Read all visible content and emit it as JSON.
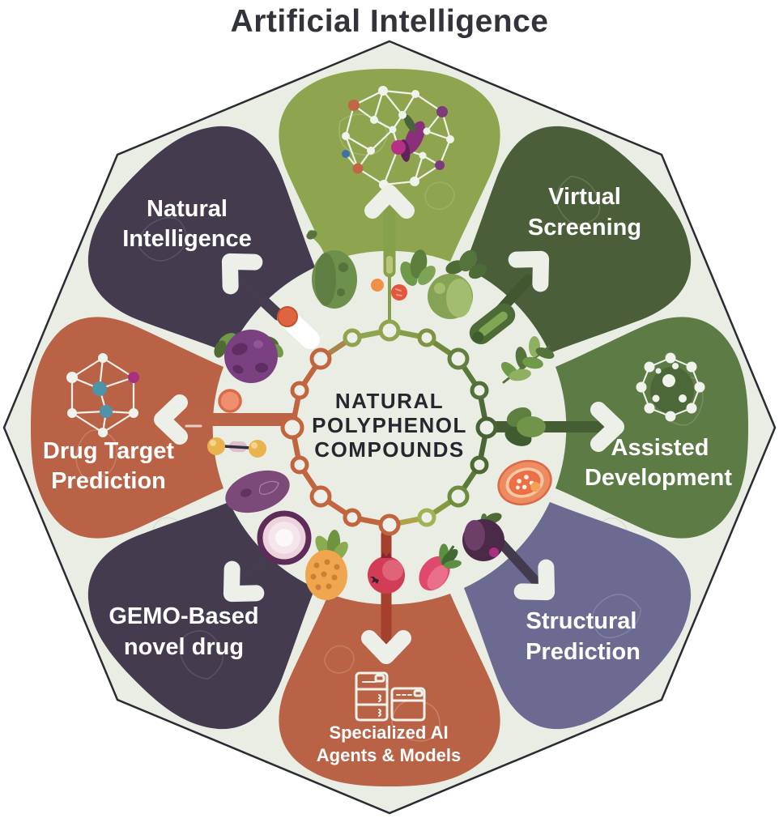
{
  "title": "Artificial Intelligence",
  "center": {
    "line1": "NATURAL",
    "line2": "POLYPHENOL",
    "line3": "COMPOUNDS"
  },
  "colors": {
    "background": "#ffffff",
    "octagon_fill": "#e9ede4",
    "octagon_stroke": "#2b2b33",
    "title_text": "#33333b",
    "center_text": "#26262e",
    "arrow": "#edf0e9",
    "ring_node_fill": "#edf0e9"
  },
  "petals": [
    {
      "id": "ai-network-hub",
      "label_line1": "",
      "label_line2": "",
      "color": "#8fa44e",
      "stem_color": "#87a04a",
      "icon": "network-graph"
    },
    {
      "id": "virtual-screening",
      "label_line1": "Virtual",
      "label_line2": "Screening",
      "color": "#4a5f39",
      "stem_color": "#42572f",
      "icon": ""
    },
    {
      "id": "assisted-development",
      "label_line1": "Assisted",
      "label_line2": "Development",
      "color": "#5d7b45",
      "stem_color": "#455d33",
      "icon": "molecule"
    },
    {
      "id": "structural-prediction",
      "label_line1": "Structural",
      "label_line2": "Prediction",
      "color": "#6b6b91",
      "stem_color": "#433a4e",
      "icon": ""
    },
    {
      "id": "specialized-ai-agents",
      "label_line1": "Specialized AI",
      "label_line2": "Agents & Models",
      "color": "#ba6245",
      "stem_color": "#a6402e",
      "icon": "server-stack"
    },
    {
      "id": "gemo-based-novel-drug",
      "label_line1": "GEMO-Based",
      "label_line2": "novel drug",
      "color": "#443b4f",
      "stem_color": "#453c50",
      "icon": ""
    },
    {
      "id": "drug-target-prediction",
      "label_line1": "Drug Target",
      "label_line2": "Prediction",
      "color": "#ba6245",
      "stem_color": "#bb6346",
      "icon": "mesh-network"
    },
    {
      "id": "natural-intelligence",
      "label_line1": "Natural",
      "label_line2": "Intelligence",
      "color": "#443b4f",
      "stem_color": "#453c50",
      "icon": ""
    }
  ],
  "ring": {
    "node_colors": [
      "#8fa44e",
      "#7d9445",
      "#64803f",
      "#52703a",
      "#486236",
      "#4e6a33",
      "#6d8c3e",
      "#9fb354",
      "#c0653f",
      "#c2653f",
      "#c2653f",
      "#c2653f",
      "#c2653f",
      "#c2653f",
      "#c2653f",
      "#8fa44e"
    ],
    "link_colors": [
      "#869c49",
      "#71883f",
      "#5a783c",
      "#4c6938",
      "#4a6634",
      "#5c7a38",
      "#86993f",
      "#b0a14c",
      "#c1653f",
      "#c2653f",
      "#c2653f",
      "#c2653f",
      "#c2653f",
      "#c2653f",
      "#ab8447",
      "#8fa44e"
    ]
  }
}
